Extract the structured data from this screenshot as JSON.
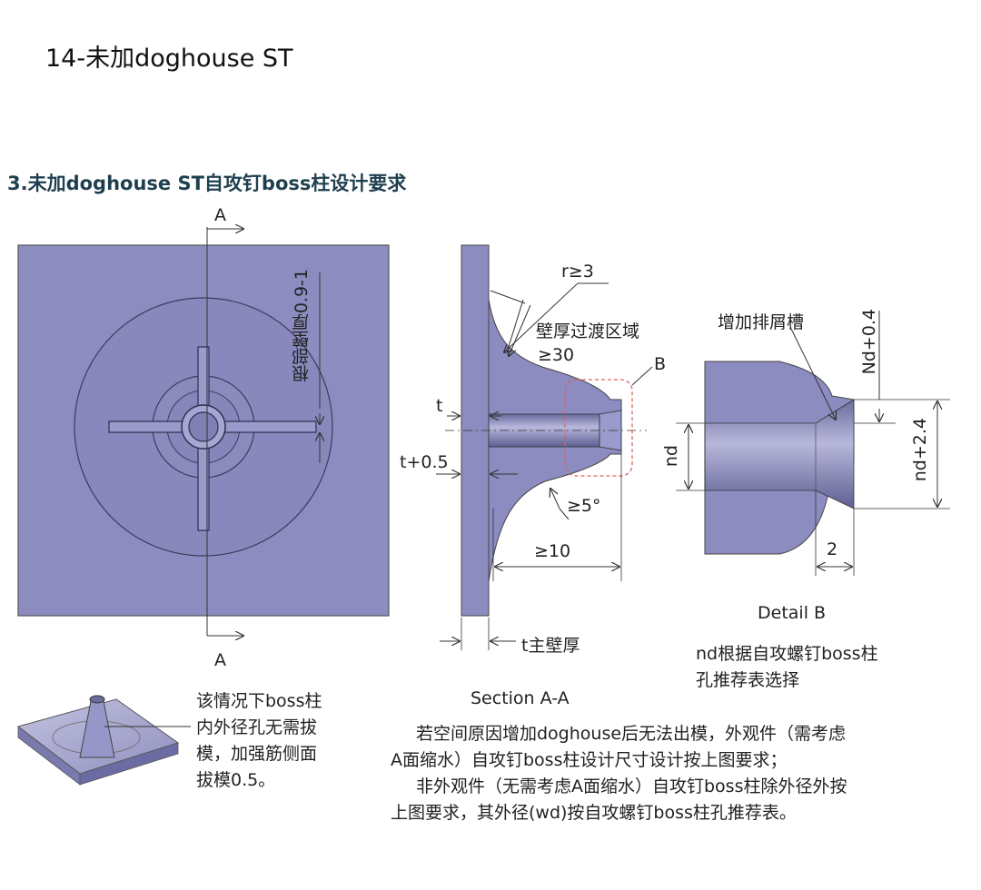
{
  "header": {
    "title": "14-未加doghouse ST",
    "subtitle": "3.未加doghouse ST自攻钉boss柱设计要求"
  },
  "front_view": {
    "section_mark_top": "A",
    "section_mark_bottom": "A",
    "root_wall_label": "根部壁厚0.9-1"
  },
  "section_view": {
    "r_label": "r≥3",
    "transition_label_1": "壁厚过渡区域",
    "transition_label_2": "≥30",
    "detail_ref": "B",
    "t_label": "t",
    "t05_label": "t+0.5",
    "angle_label": "≥5°",
    "length_label": "≥10",
    "main_wall_label": "t主壁厚",
    "caption": "Section A-A"
  },
  "detail_view": {
    "groove_label": "增加排屑槽",
    "nd04_label": "Nd+0.4",
    "nd_label": "nd",
    "nd24_label": "nd+2.4",
    "two_label": "2",
    "caption": "Detail B",
    "note_line1": "nd根据自攻螺钉boss柱",
    "note_line2": "孔推荐表选择"
  },
  "iso_note": {
    "line1": "该情况下boss柱",
    "line2": "内外径孔无需拔",
    "line3": "模，加强筋侧面",
    "line4": "拔模0.5。"
  },
  "bottom_note": {
    "line1": "若空间原因增加doghouse后无法出模，外观件（需考虑",
    "line2": "A面缩水）自攻钉boss柱设计尺寸设计按上图要求；",
    "line3": "非外观件（无需考虑A面缩水）自攻钉boss柱除外径外按",
    "line4": "上图要求，其外径(wd)按自攻螺钉boss柱孔推荐表。"
  },
  "colors": {
    "part_fill": "#8c8cc0",
    "part_dark": "#6e6ea8",
    "teal_text": "#1f3f4f",
    "detail_outline": "#e06060"
  }
}
